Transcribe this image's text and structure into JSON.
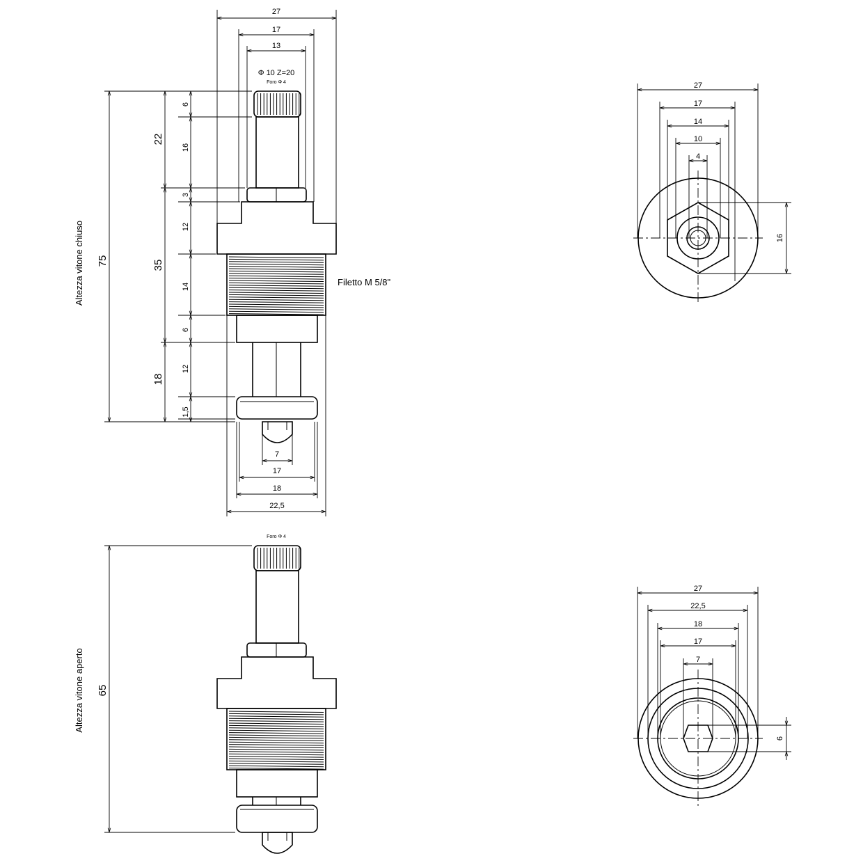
{
  "labels": {
    "height_closed": "Altezza vitone  chiuso",
    "height_open": "Altezza vitone  aperto",
    "thread": "Filetto M 5/8\"",
    "spline_top": "Φ 10  Z=20",
    "hole_top": "Foro Φ 4",
    "hole_bottom": "Foro Φ 4"
  },
  "dims_closed": {
    "width_27": "27",
    "width_17": "17",
    "width_13": "13",
    "total_75": "75",
    "seg_22": "22",
    "seg_35": "35",
    "seg_18": "18",
    "sub_6a": "6",
    "sub_16": "16",
    "sub_3": "3",
    "sub_12a": "12",
    "sub_14": "14",
    "sub_6b": "6",
    "sub_12b": "12",
    "sub_1_5": "1,5",
    "bottom_7": "7",
    "bottom_17": "17",
    "bottom_18": "18",
    "bottom_22_5": "22,5"
  },
  "dims_open": {
    "total_65": "65"
  },
  "dims_top_view": {
    "w27": "27",
    "w17": "17",
    "w14": "14",
    "w10": "10",
    "w4": "4",
    "h16": "16"
  },
  "dims_bottom_view": {
    "w27": "27",
    "w22_5": "22,5",
    "w18": "18",
    "w17": "17",
    "w7": "7",
    "h6": "6"
  }
}
